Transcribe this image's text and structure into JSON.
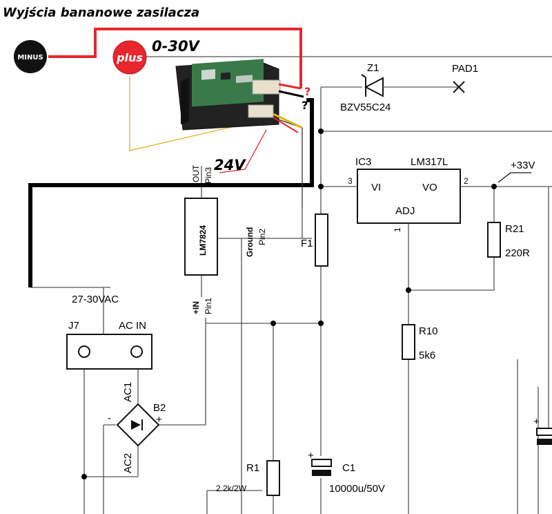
{
  "title": "Wyjścia bananowe zasilacza",
  "terminals": {
    "minus": "MINUS",
    "plus": "plus"
  },
  "range_label": "0-30V",
  "question_marks": [
    "?",
    "?"
  ],
  "meter_voltage": "24V",
  "input_voltage": "27-30VAC",
  "colors": {
    "red_wire": "#e8262d",
    "black_wire": "#000000",
    "plus_fill": "#e8262d",
    "minus_fill": "#111111",
    "yellow_wire": "#e0b020",
    "pcb_green": "#3a7a4a"
  },
  "components": {
    "z1": {
      "ref": "Z1",
      "value": "BZV55C24"
    },
    "pad1": {
      "ref": "PAD1"
    },
    "ic3": {
      "ref": "IC3",
      "part": "LM317L",
      "pin_vi": "VI",
      "pin_vo": "VO",
      "pin_adj": "ADJ",
      "pin3": "3",
      "pin2": "2",
      "pin1": "1"
    },
    "out_rail": "+33V",
    "r21": {
      "ref": "R21",
      "value": "220R"
    },
    "r10": {
      "ref": "R10",
      "value": "5k6"
    },
    "r1": {
      "ref": "R1",
      "value": "2.2k/2W"
    },
    "c1": {
      "ref": "C1",
      "value": "10000u/50V",
      "polarity": "+"
    },
    "f1": {
      "ref": "F1"
    },
    "lm7824": {
      "part": "LM7824",
      "out": "OUT",
      "pin3": "Pin3",
      "ground": "Ground",
      "pin2": "Pin2",
      "in": "+IN",
      "pin1": "Pin1"
    },
    "j7": {
      "ref": "J7",
      "label": "AC IN"
    },
    "b2": {
      "ref": "B2",
      "ac1": "AC1",
      "ac2": "AC2",
      "minus": "-",
      "plus": "+"
    },
    "cap_right_plus": "+"
  }
}
